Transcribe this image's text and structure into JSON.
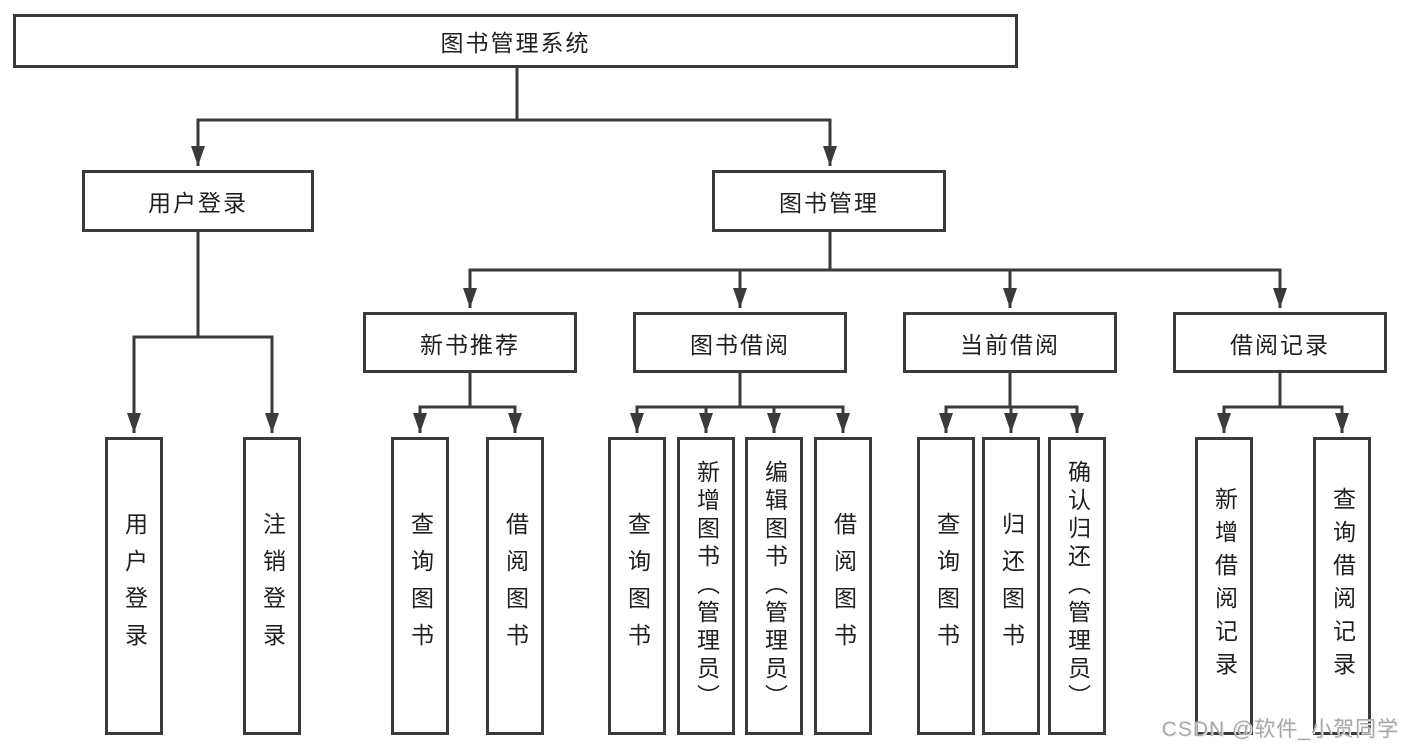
{
  "diagram": {
    "nodes": {
      "root": {
        "label": "图书管理系统"
      },
      "user_login": {
        "label": "用户登录"
      },
      "book_mgmt": {
        "label": "图书管理"
      },
      "new_book_rec": {
        "label": "新书推荐"
      },
      "book_borrow": {
        "label": "图书借阅"
      },
      "current_borrow": {
        "label": "当前借阅"
      },
      "borrow_records": {
        "label": "借阅记录"
      },
      "leaf_user_login": {
        "label": "用户登录"
      },
      "leaf_logout": {
        "label": "注销登录"
      },
      "leaf_query_book_1": {
        "label": "查询图书"
      },
      "leaf_borrow_book_1": {
        "label": "借阅图书"
      },
      "leaf_query_book_2": {
        "label": "查询图书"
      },
      "leaf_add_book": {
        "label": "新增图书（管理员）"
      },
      "leaf_edit_book": {
        "label": "编辑图书（管理员）"
      },
      "leaf_borrow_book_2": {
        "label": "借阅图书"
      },
      "leaf_query_book_3": {
        "label": "查询图书"
      },
      "leaf_return_book": {
        "label": "归还图书"
      },
      "leaf_confirm_return": {
        "label": "确认归还（管理员）"
      },
      "leaf_add_record": {
        "label": "新增借阅记录"
      },
      "leaf_query_record": {
        "label": "查询借阅记录"
      }
    },
    "edges": [
      {
        "from": "root",
        "to": "user_login"
      },
      {
        "from": "root",
        "to": "book_mgmt"
      },
      {
        "from": "user_login",
        "to": "leaf_user_login"
      },
      {
        "from": "user_login",
        "to": "leaf_logout"
      },
      {
        "from": "book_mgmt",
        "to": "new_book_rec"
      },
      {
        "from": "book_mgmt",
        "to": "book_borrow"
      },
      {
        "from": "book_mgmt",
        "to": "current_borrow"
      },
      {
        "from": "book_mgmt",
        "to": "borrow_records"
      },
      {
        "from": "new_book_rec",
        "to": "leaf_query_book_1"
      },
      {
        "from": "new_book_rec",
        "to": "leaf_borrow_book_1"
      },
      {
        "from": "book_borrow",
        "to": "leaf_query_book_2"
      },
      {
        "from": "book_borrow",
        "to": "leaf_add_book"
      },
      {
        "from": "book_borrow",
        "to": "leaf_edit_book"
      },
      {
        "from": "book_borrow",
        "to": "leaf_borrow_book_2"
      },
      {
        "from": "current_borrow",
        "to": "leaf_query_book_3"
      },
      {
        "from": "current_borrow",
        "to": "leaf_return_book"
      },
      {
        "from": "current_borrow",
        "to": "leaf_confirm_return"
      },
      {
        "from": "borrow_records",
        "to": "leaf_add_record"
      },
      {
        "from": "borrow_records",
        "to": "leaf_query_record"
      }
    ]
  },
  "watermark": {
    "text": "CSDN @软件_小贺同学"
  },
  "colors": {
    "line": "#3a3a3a",
    "box_border": "#3a3a3a",
    "text": "#1f1f1f",
    "watermark": "#a9a9a9",
    "background": "#ffffff"
  }
}
